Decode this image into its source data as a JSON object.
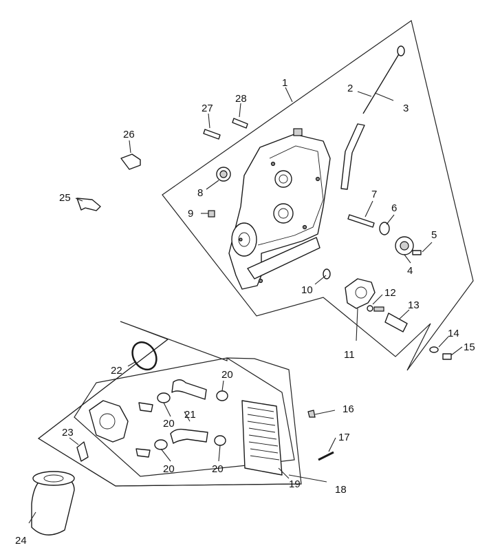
{
  "callouts": {
    "c1": "1",
    "c2": "2",
    "c3": "3",
    "c4": "4",
    "c5": "5",
    "c6": "6",
    "c7": "7",
    "c8": "8",
    "c9": "9",
    "c10": "10",
    "c11": "11",
    "c12": "12",
    "c13": "13",
    "c14": "14",
    "c15": "15",
    "c16": "16",
    "c17": "17",
    "c18": "18",
    "c19": "19",
    "c20a": "20",
    "c20b": "20",
    "c20c": "20",
    "c20d": "20",
    "c21": "21",
    "c22": "22",
    "c23": "23",
    "c24": "24",
    "c25": "25",
    "c26": "26",
    "c27": "27",
    "c28": "28"
  }
}
